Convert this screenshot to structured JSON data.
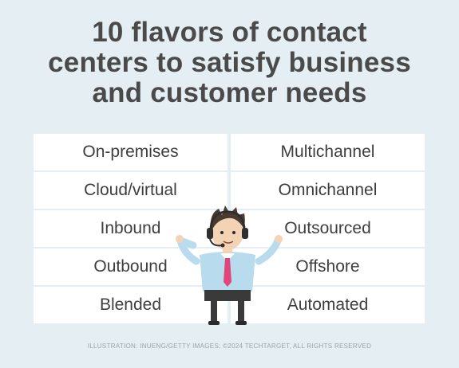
{
  "title_lines": [
    "10 flavors of contact",
    "centers to satisfy business",
    "and customer needs"
  ],
  "left_column": [
    "On-premises",
    "Cloud/virtual",
    "Inbound",
    "Outbound",
    "Blended"
  ],
  "right_column": [
    "Multichannel",
    "Omnichannel",
    "Outsourced",
    "Offshore",
    "Automated"
  ],
  "credit": "ILLUSTRATION: INUENG/GETTY IMAGES; ©2024 TECHTARGET, ALL RIGHTS RESERVED",
  "colors": {
    "background": "#e4eef3",
    "title": "#4a4a4a",
    "cell": "#ffffff",
    "text": "#3e3e3e",
    "shirt": "#b9dbee",
    "tie": "#e0457b",
    "hair": "#4a3a30",
    "skin": "#f3d3b3",
    "pants": "#3a3a3a"
  },
  "illustration": "call-center-agent-with-headset"
}
